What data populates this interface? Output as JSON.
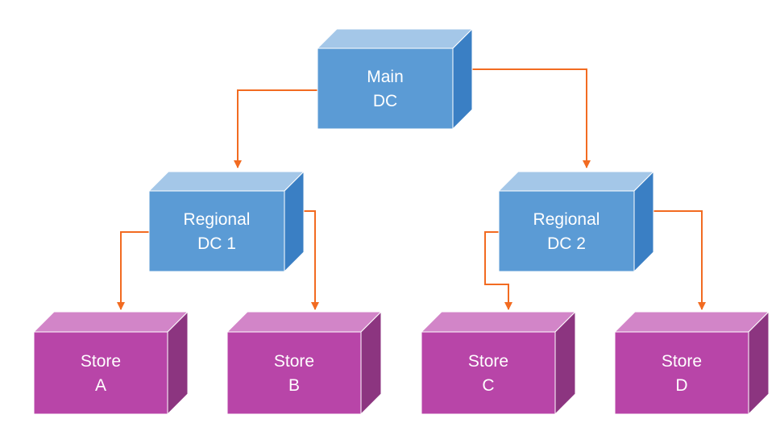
{
  "colors": {
    "dc_front": "#5b9bd5",
    "dc_top": "#a4c7e8",
    "dc_side": "#3a7fc4",
    "store_front": "#b845a8",
    "store_top": "#d285c8",
    "store_side": "#8c3580",
    "connector": "#f26b21"
  },
  "nodes": [
    {
      "id": "main-dc",
      "kind": "dc",
      "lines": [
        "Main",
        "DC"
      ]
    },
    {
      "id": "regional-dc-1",
      "kind": "dc",
      "lines": [
        "Regional",
        "DC 1"
      ]
    },
    {
      "id": "regional-dc-2",
      "kind": "dc",
      "lines": [
        "Regional",
        "DC 2"
      ]
    },
    {
      "id": "store-a",
      "kind": "store",
      "lines": [
        "Store",
        "A"
      ]
    },
    {
      "id": "store-b",
      "kind": "store",
      "lines": [
        "Store",
        "B"
      ]
    },
    {
      "id": "store-c",
      "kind": "store",
      "lines": [
        "Store",
        "C"
      ]
    },
    {
      "id": "store-d",
      "kind": "store",
      "lines": [
        "Store",
        "D"
      ]
    }
  ],
  "edges": [
    {
      "from": "main-dc",
      "to": "regional-dc-1"
    },
    {
      "from": "main-dc",
      "to": "regional-dc-2"
    },
    {
      "from": "regional-dc-1",
      "to": "store-a"
    },
    {
      "from": "regional-dc-1",
      "to": "store-b"
    },
    {
      "from": "regional-dc-2",
      "to": "store-c"
    },
    {
      "from": "regional-dc-2",
      "to": "store-d"
    }
  ]
}
